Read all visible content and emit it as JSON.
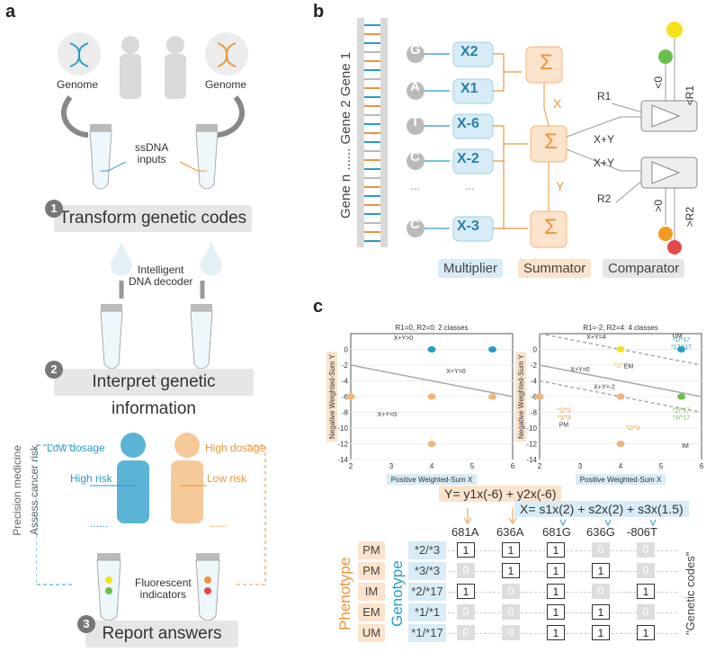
{
  "panel_a": {
    "letter": "a",
    "genome_left": "Genome",
    "genome_right": "Genome",
    "ssdna": "ssDNA\ninputs",
    "step1_num": "1",
    "step1_label": "Transform genetic codes",
    "decoder": "Intelligent\nDNA decoder",
    "step2_num": "2",
    "step2_label": "Interpret genetic information",
    "low_dosage": "Low dosage",
    "high_risk": "High risk",
    "high_dosage": "High dosage",
    "low_risk": "Low risk",
    "dots_left": "......",
    "dots_right": "......",
    "precision": "Precision medicine",
    "assess": "Assess cancer risk",
    "fluor": "Fluorescent\nindicators",
    "step3_num": "3",
    "step3_label": "Report answers"
  },
  "panel_b": {
    "letter": "b",
    "gene_axis": "Gene n ...... Gene 2  Gene 1",
    "bases": [
      "G",
      "A",
      "T",
      "C",
      "...",
      "C"
    ],
    "weights": [
      "X2",
      "X1",
      "X-6",
      "X-2",
      "...",
      "X-3"
    ],
    "sum_symbol": "Σ",
    "x_label": "X",
    "y_label": "Y",
    "xy1": "X+Y",
    "xy2": "X+Y",
    "r1": "R1",
    "r2": "R2",
    "lt0": "<0",
    "ltr1": "<R1",
    "gt0": ">0",
    "gtr2": ">R2",
    "legend_multiplier": "Multiplier",
    "legend_summator": "Summator",
    "legend_comparator": "Comparator",
    "colors": {
      "blue": "#2a9cc4",
      "orange": "#e8963a",
      "grey": "#999999",
      "green": "#6cbf4b",
      "yellow": "#f3e21c",
      "red": "#e24b4b"
    }
  },
  "panel_c": {
    "letter": "c",
    "y_formula": "Y= y1x(-6) + y2x(-6)",
    "x_formula": "X= s1x(2) + s2x(2) + s3x(1.5)",
    "snps": [
      "681A",
      "636A",
      "681G",
      "636G",
      "-806T"
    ],
    "phenotype_title": "Phenotype",
    "genotype_title": "Genotype",
    "genetic_codes": "\"Genetic codes\"",
    "rows": [
      {
        "pheno": "PM",
        "geno": "*2/*3",
        "codes": [
          1,
          1,
          1,
          0,
          0
        ]
      },
      {
        "pheno": "PM",
        "geno": "*3/*3",
        "codes": [
          0,
          1,
          1,
          1,
          0
        ]
      },
      {
        "pheno": "IM",
        "geno": "*2/*17",
        "codes": [
          1,
          0,
          1,
          0,
          1
        ]
      },
      {
        "pheno": "EM",
        "geno": "*1/*1",
        "codes": [
          0,
          0,
          1,
          1,
          0
        ]
      },
      {
        "pheno": "UM",
        "geno": "*1/*17",
        "codes": [
          0,
          0,
          1,
          1,
          1
        ]
      }
    ]
  },
  "chart_data": [
    {
      "type": "scatter",
      "title": "R1=0, R2=0: 2 classes",
      "xlabel": "Positive Weighted-Sum X",
      "ylabel": "Negative Weighted-Sum Y",
      "xlim": [
        2,
        6
      ],
      "ylim": [
        -14,
        2
      ],
      "xticks": [
        2,
        3,
        4,
        5,
        6
      ],
      "yticks": [
        0,
        -2,
        -4,
        -6,
        -8,
        -10,
        -12,
        -14
      ],
      "annotations": [
        "X+Y>0",
        "X+Y=0",
        "X+Y<0"
      ],
      "series": [
        {
          "color": "#2a9cc4",
          "points": [
            [
              4,
              0
            ],
            [
              5.5,
              0
            ]
          ]
        },
        {
          "color": "#f0b47a",
          "points": [
            [
              2,
              -6
            ],
            [
              4,
              -6
            ],
            [
              5.5,
              -6
            ],
            [
              4,
              -12
            ]
          ]
        }
      ],
      "lines": [
        {
          "slope": -1,
          "intercept": 0,
          "color": "#aaaaaa"
        }
      ]
    },
    {
      "type": "scatter",
      "title": "R1=-2, R2=4:  4 classes",
      "xlabel": "Positive Weighted-Sum X",
      "ylabel": "Negative Weighted-Sum Y",
      "xlim": [
        2,
        6
      ],
      "ylim": [
        -14,
        2
      ],
      "xticks": [
        2,
        3,
        4,
        5,
        6
      ],
      "yticks": [
        0,
        -2,
        -4,
        -6,
        -8,
        -10,
        -12,
        -14
      ],
      "annotations": [
        "X+Y=4",
        "X+Y=0",
        "X+Y=-2",
        "UM",
        "EM",
        "PM",
        "IM"
      ],
      "point_labels": [
        "*1/*17\n*17/*17",
        "*1/*1",
        "*2/*3\n*3/*3",
        "*2/*17\n*3/*17",
        "*2/*3"
      ],
      "series": [
        {
          "color": "#2a9cc4",
          "points": [
            [
              5.5,
              0
            ]
          ]
        },
        {
          "color": "#f3e21c",
          "points": [
            [
              4,
              0
            ]
          ]
        },
        {
          "color": "#f0b47a",
          "points": [
            [
              2,
              -6
            ],
            [
              4,
              -6
            ],
            [
              4,
              -12
            ]
          ]
        },
        {
          "color": "#6cbf4b",
          "points": [
            [
              5.5,
              -6
            ]
          ]
        }
      ],
      "lines": [
        {
          "slope": -1,
          "intercept": 4,
          "color": "#aaaaaa",
          "dash": true
        },
        {
          "slope": -1,
          "intercept": 0,
          "color": "#aaaaaa"
        },
        {
          "slope": -1,
          "intercept": -2,
          "color": "#aaaaaa",
          "dash": true
        }
      ]
    }
  ]
}
